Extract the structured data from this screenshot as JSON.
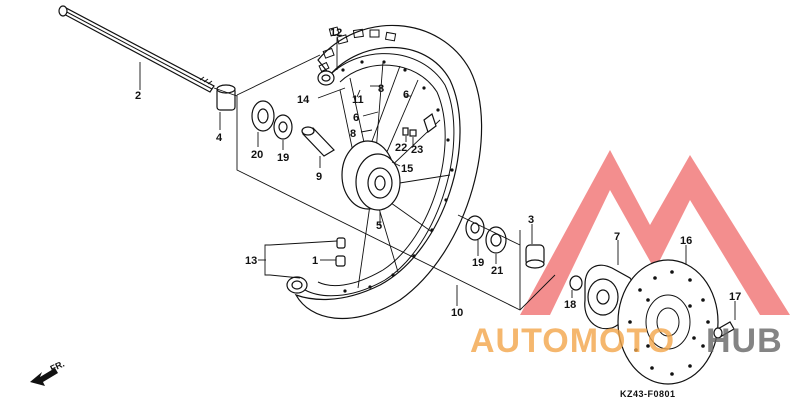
{
  "diagram": {
    "code": "KZ43-F0801",
    "direction_label": "FR."
  },
  "watermark": {
    "text_a": "AUTOMOTO",
    "text_b": "HUB",
    "color_logo": "#ee5a5a",
    "color_a": "#f3a64a",
    "color_b": "#666666"
  },
  "parts": {
    "p2": "2",
    "p4": "4",
    "p20": "20",
    "p19a": "19",
    "p9": "9",
    "p12": "12",
    "p14": "14",
    "p11": "11",
    "p8a": "8",
    "p6a": "6",
    "p6b": "6",
    "p8b": "8",
    "p22": "22",
    "p23": "23",
    "p15": "15",
    "p5": "5",
    "p3": "3",
    "p19b": "19",
    "p21": "21",
    "p7": "7",
    "p16": "16",
    "p13": "13",
    "p1": "1",
    "p10": "10",
    "p18": "18",
    "p17": "17"
  }
}
